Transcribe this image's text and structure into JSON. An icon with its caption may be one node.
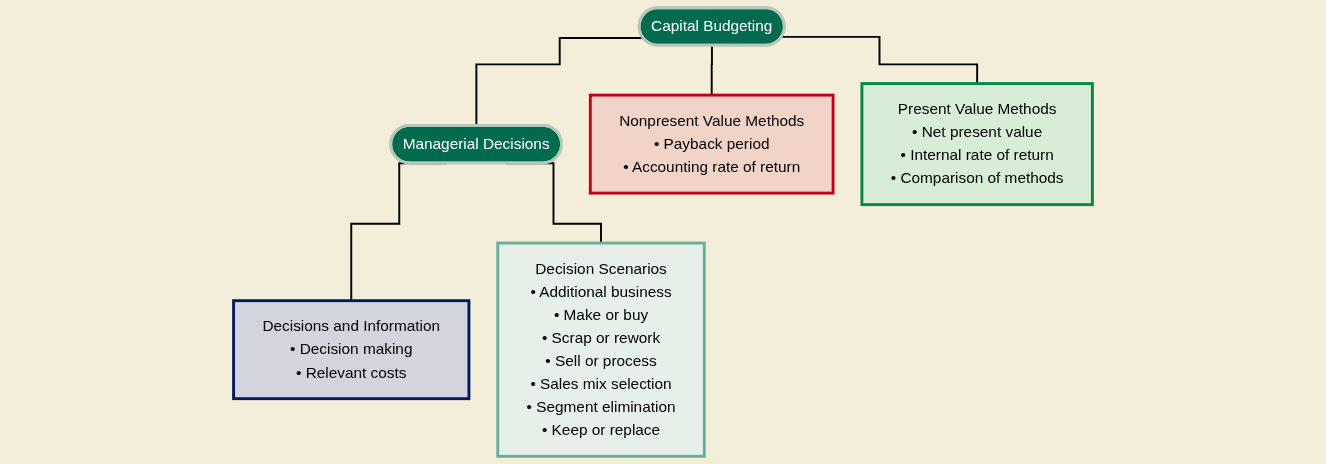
{
  "diagram": {
    "nodes": [
      {
        "text": [
          "Capital Budgeting"
        ]
      },
      {
        "text": [
          "Managerial Decisions"
        ]
      },
      {
        "text": [
          "Nonpresent Value Methods",
          "• Payback period",
          "• Accounting rate of return"
        ]
      },
      {
        "text": [
          "Present Value Methods",
          "• Net present value",
          "• Internal rate of return",
          "• Comparison of methods"
        ]
      },
      {
        "text": [
          "Decisions and Information",
          "• Decision making",
          "• Relevant costs"
        ]
      },
      {
        "text": [
          "Decision Scenarios",
          "• Additional business",
          "• Make or buy",
          "• Scrap or rework",
          "• Sell or process",
          "• Sales mix selection",
          "• Segment elimination",
          "• Keep or replace"
        ]
      }
    ],
    "edges": [
      {
        "from": 0,
        "to": 1,
        "arrow": "none"
      },
      {
        "from": 0,
        "to": 2,
        "arrow": "none"
      },
      {
        "from": 0,
        "to": 3,
        "arrow": "none"
      },
      {
        "from": 1,
        "to": 4,
        "arrow": "none"
      },
      {
        "from": 1,
        "to": 5,
        "arrow": "none"
      }
    ]
  }
}
